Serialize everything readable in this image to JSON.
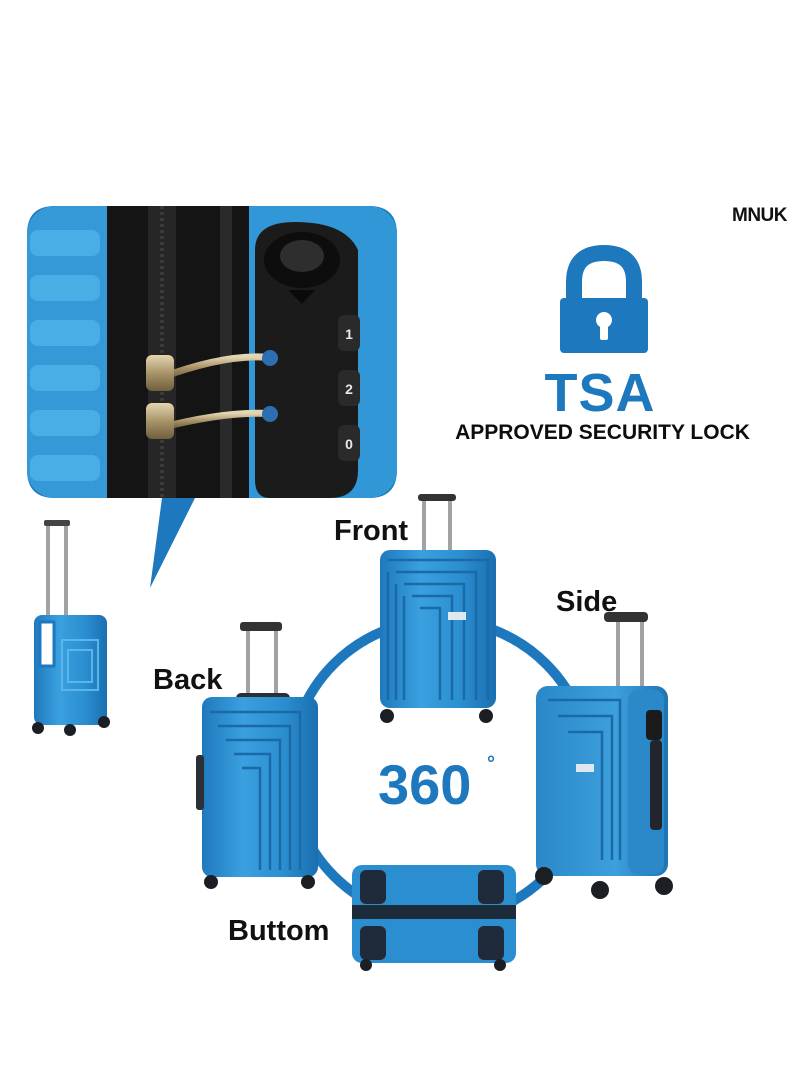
{
  "brand": {
    "logo_text": "MNUK"
  },
  "lock_badge": {
    "title": "TSA",
    "subtitle": "APPROVED SECURITY LOCK",
    "lock_digits": [
      "1",
      "2",
      "0"
    ]
  },
  "rotation": {
    "degrees_value": "360",
    "degree_symbol": "°"
  },
  "views": {
    "front": "Front",
    "side": "Side",
    "back": "Back",
    "bottom": "Buttom"
  },
  "colors": {
    "accent": "#1d78bd",
    "suitcase_blue": "#2f8fd0",
    "handle_gray": "#9fa3a6",
    "wheel_dark": "#1b1f24",
    "zipper_black": "#141414"
  },
  "icons": [
    "padlock-icon",
    "combination-lock-icon",
    "speech-callout-icon",
    "rotation-circle-icon"
  ]
}
